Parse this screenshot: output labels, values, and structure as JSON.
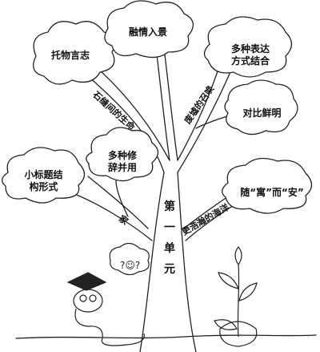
{
  "trunk_title": [
    "第",
    "一",
    "单",
    "元"
  ],
  "clouds": {
    "top_left": "托物言志",
    "top_center": "融情入景",
    "top_right": "多种表达\n方式结合",
    "right_mid": "对比鲜明",
    "left_small": "多种修\n辞并用",
    "left_low": "小标题结\n构形式",
    "right_low": "随“寓”而“安”"
  },
  "branch_labels": {
    "left_upper": "石缝间的生命",
    "right_upper": "废墟的召唤",
    "left_lower": "家",
    "right_lower": "更浩瀚的海洋"
  }
}
